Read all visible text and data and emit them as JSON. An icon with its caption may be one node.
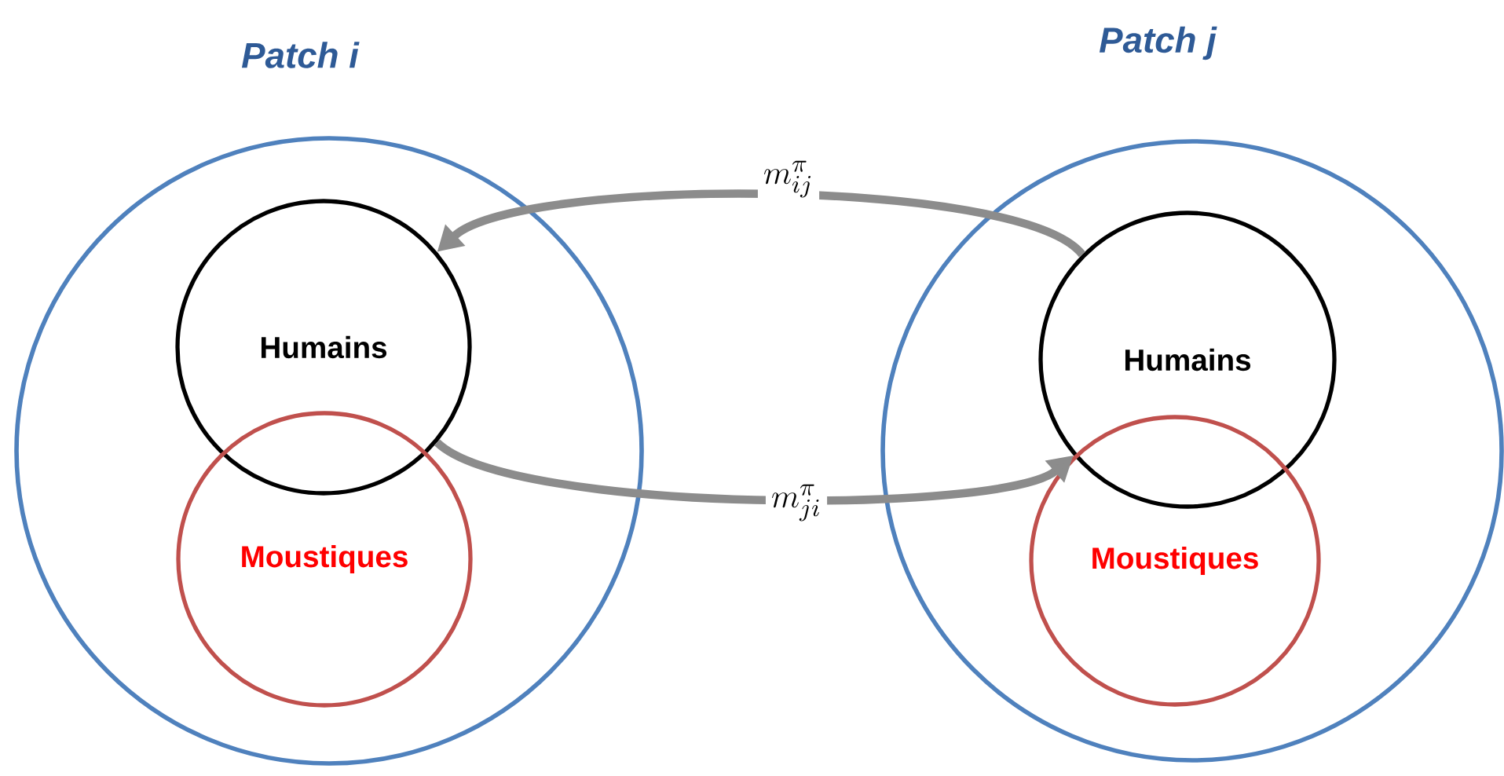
{
  "diagram": {
    "nodes": [
      {
        "text": [
          "Patch i"
        ]
      },
      {
        "text": [
          "Humains"
        ],
        "in": 0
      },
      {
        "text": [
          "Moustiques"
        ],
        "in": 0
      },
      {
        "text": [
          "Patch j"
        ]
      },
      {
        "text": [
          "Humains"
        ],
        "in": 3
      },
      {
        "text": [
          "Moustiques"
        ],
        "in": 3
      }
    ],
    "edges": [
      {
        "from": 4,
        "to": 1,
        "arrow": "to",
        "label": "m_{ij}^{\\pi}"
      },
      {
        "from": 1,
        "to": 4,
        "arrow": "to",
        "label": "m_{ji}^{\\pi}"
      }
    ]
  }
}
